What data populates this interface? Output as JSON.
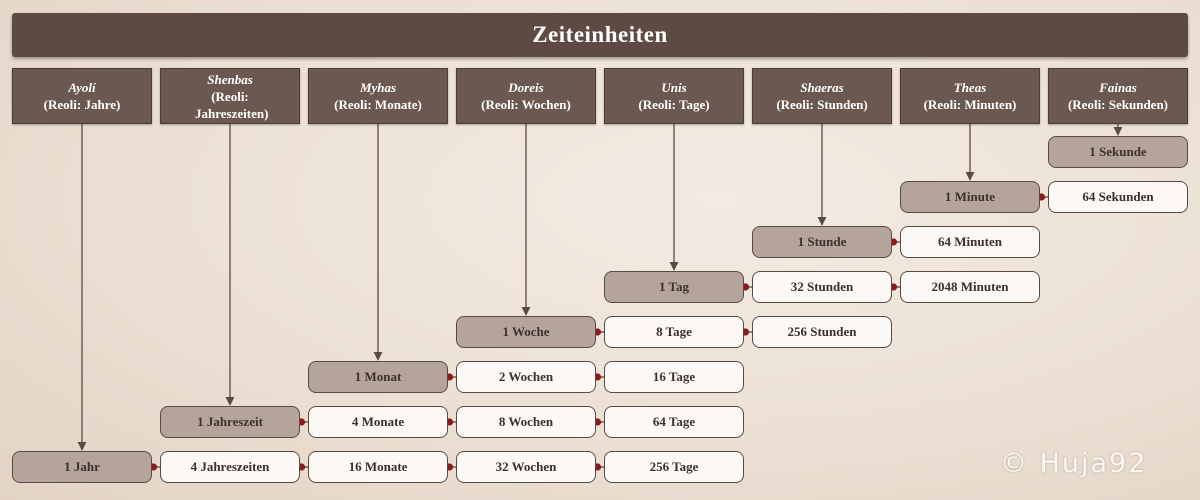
{
  "title": "Zeiteinheiten",
  "columns": [
    {
      "name": "Ayolí",
      "sub": "(Reoli: Jahre)"
    },
    {
      "name": "Shenbas",
      "sub": "(Reoli: Jahreszeiten)"
    },
    {
      "name": "Myhas",
      "sub": "(Reoli: Monate)"
    },
    {
      "name": "Doreis",
      "sub": "(Reoli: Wochen)"
    },
    {
      "name": "Unis",
      "sub": "(Reoli: Tage)"
    },
    {
      "name": "Shaeras",
      "sub": "(Reoli: Stunden)"
    },
    {
      "name": "Theas",
      "sub": "(Reoli: Minuten)"
    },
    {
      "name": "Fainas",
      "sub": "(Reoli: Sekunden)"
    }
  ],
  "rows": [
    {
      "unit_col": 7,
      "unit": "1 Sekunde",
      "conversions": []
    },
    {
      "unit_col": 6,
      "unit": "1 Minute",
      "conversions": [
        "64 Sekunden"
      ]
    },
    {
      "unit_col": 5,
      "unit": "1 Stunde",
      "conversions": [
        "64 Minuten"
      ]
    },
    {
      "unit_col": 4,
      "unit": "1 Tag",
      "conversions": [
        "32 Stunden",
        "2048 Minuten"
      ]
    },
    {
      "unit_col": 3,
      "unit": "1 Woche",
      "conversions": [
        "8 Tage",
        "256 Stunden"
      ]
    },
    {
      "unit_col": 2,
      "unit": "1 Monat",
      "conversions": [
        "2 Wochen",
        "16 Tage"
      ]
    },
    {
      "unit_col": 1,
      "unit": "1 Jahreszeit",
      "conversions": [
        "4 Monate",
        "8 Wochen",
        "64 Tage"
      ]
    },
    {
      "unit_col": 0,
      "unit": "1 Jahr",
      "conversions": [
        "4 Jahreszeiten",
        "16 Monate",
        "32 Wochen",
        "256 Tage"
      ]
    }
  ],
  "copyright": "© Huja92",
  "colors": {
    "title_bg": "#5e4a42",
    "header_bg": "#6b5850",
    "unit_cell_bg": "#b5a49c",
    "conversion_cell_bg": "#fbf8f5",
    "connector_line": "#5a4a44",
    "connector_dot": "#8b1a1a"
  }
}
